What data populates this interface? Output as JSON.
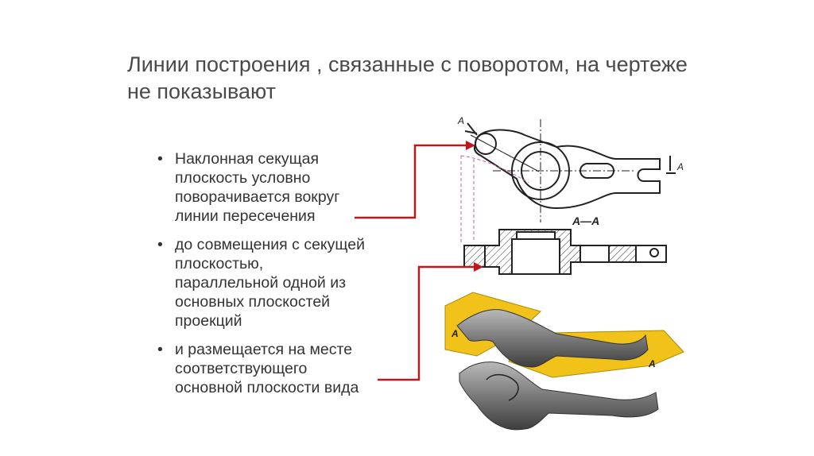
{
  "slide": {
    "title_line1": "Линии построения , связанные с поворотом, на чертеже",
    "title_line2": "не показывают",
    "bullets": [
      "Наклонная секущая\nплоскость условно\nповорачивается вокруг\nлинии пересечения",
      "до совмещения с секущей\nплоскостью,\nпараллельной одной из\nосновных плоскостей\nпроекций",
      " и размещается на месте\nсоответствующего\nосновной плоскости  вида"
    ],
    "bullet_symbol": "•"
  },
  "drawing": {
    "section_label_top": "A",
    "section_label_right": "A",
    "section_title": "A—A",
    "plane_label_left": "A",
    "plane_label_right": "A",
    "arrow_color": "#c0161d",
    "plane_color": "#f0c21a"
  }
}
